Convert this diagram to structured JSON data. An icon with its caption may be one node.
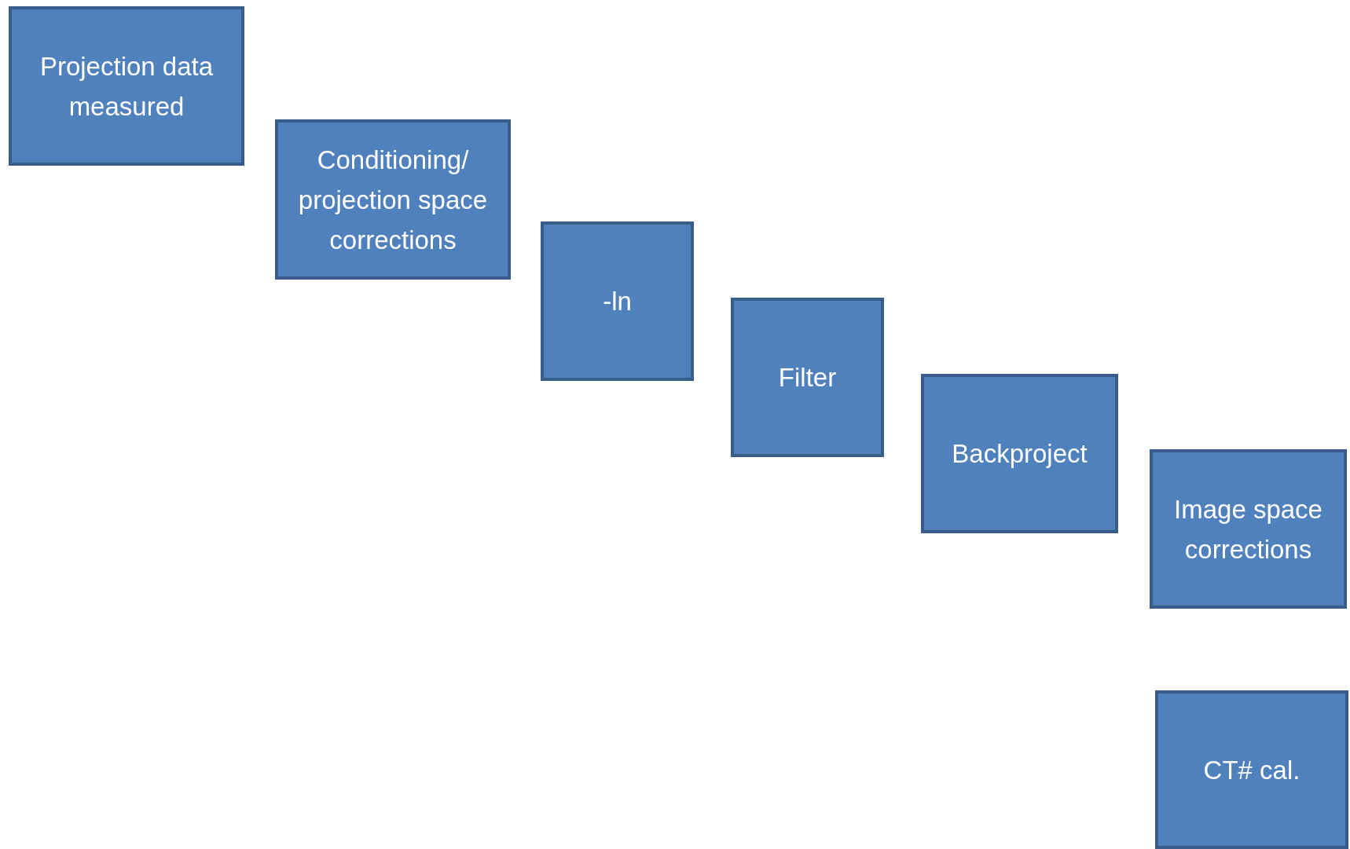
{
  "diagram": {
    "nodes": [
      {
        "text": [
          "Projection data measured"
        ]
      },
      {
        "text": [
          "Conditioning/ projection space corrections"
        ]
      },
      {
        "text": [
          "-ln"
        ]
      },
      {
        "text": [
          "Filter"
        ]
      },
      {
        "text": [
          "Backproject"
        ]
      },
      {
        "text": [
          "Image space corrections"
        ]
      },
      {
        "text": [
          "CT# cal."
        ]
      }
    ]
  }
}
